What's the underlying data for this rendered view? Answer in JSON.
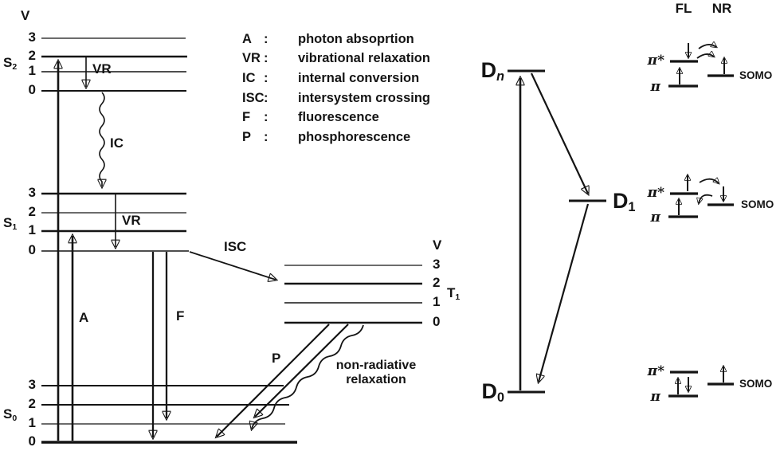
{
  "colors": {
    "absorption_blue": "#2b3ad0",
    "fluorescence_red": "#ee1b2d",
    "phosphorescence_green": "#7ad22c",
    "ink": "#141414"
  },
  "legend": {
    "separator": ":",
    "items": [
      {
        "abbr": "A",
        "desc": "photon absoprtion"
      },
      {
        "abbr": "VR",
        "desc": "vibrational relaxation"
      },
      {
        "abbr": "IC",
        "desc": "internal conversion"
      },
      {
        "abbr": "ISC",
        "desc": "intersystem crossing"
      },
      {
        "abbr": "F",
        "desc": "fluorescence"
      },
      {
        "abbr": "P",
        "desc": "phosphorescence"
      }
    ]
  },
  "jablonski": {
    "v_label": "V",
    "states": {
      "s2": {
        "base": "S",
        "sub": "2",
        "levels": [
          "3",
          "2",
          "1",
          "0"
        ]
      },
      "s1": {
        "base": "S",
        "sub": "1",
        "levels": [
          "3",
          "2",
          "1",
          "0"
        ]
      },
      "t1": {
        "base": "T",
        "sub": "1",
        "levels": [
          "3",
          "2",
          "1",
          "0"
        ]
      },
      "s0": {
        "base": "S",
        "sub": "0",
        "levels": [
          "3",
          "2",
          "1",
          "0"
        ]
      }
    },
    "processes": {
      "absorption": "A",
      "vibrational_relaxation": "VR",
      "internal_conversion": "IC",
      "intersystem_crossing": "ISC",
      "fluorescence": "F",
      "phosphorescence": "P",
      "nonradiative_line1": "non-radiative",
      "nonradiative_line2": "relaxation"
    }
  },
  "doublet": {
    "column_headers": {
      "fl": "FL",
      "nr": "NR"
    },
    "levels": {
      "dn": {
        "base": "D",
        "sub": "n"
      },
      "d1": {
        "base": "D",
        "sub": "1"
      },
      "d0": {
        "base": "D",
        "sub": "0"
      }
    },
    "orbitals": {
      "pi_star": "π*",
      "pi": "π",
      "somo": "SOMO"
    }
  }
}
